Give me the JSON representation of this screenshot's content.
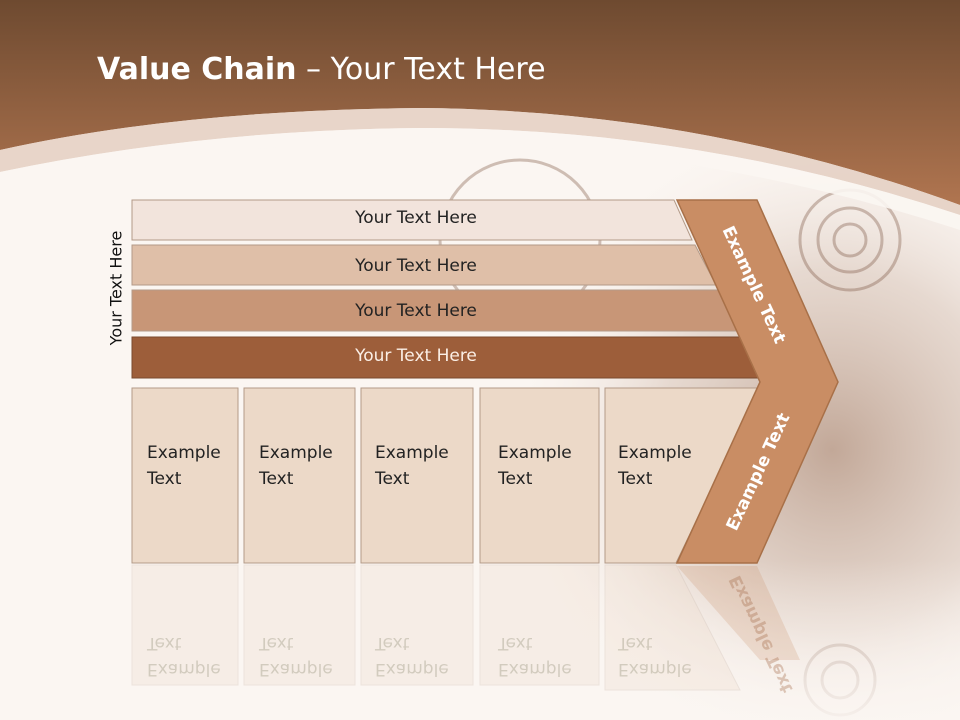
{
  "title": {
    "bold": "Value Chain",
    "rest": " – Your Text Here"
  },
  "side_label": "Your Text Here",
  "bars": [
    {
      "label": "Your Text Here",
      "color": "#f2e4dc"
    },
    {
      "label": "Your Text Here",
      "color": "#dfbfa8"
    },
    {
      "label": "Your Text Here",
      "color": "#c89677"
    },
    {
      "label": "Your Text Here",
      "color": "#9d5e3a"
    }
  ],
  "cells": [
    {
      "line1": "Example",
      "line2": "Text"
    },
    {
      "line1": "Example",
      "line2": "Text"
    },
    {
      "line1": "Example",
      "line2": "Text"
    },
    {
      "line1": "Example",
      "line2": "Text"
    },
    {
      "line1": "Example",
      "line2": "Text"
    }
  ],
  "arrow_labels": {
    "upper": "Example Text",
    "lower": "Example Text"
  },
  "colors": {
    "header": "#a86e4c",
    "arrow": "#c98d64",
    "cell": "#ecd9c8",
    "cell_border": "#b39a88"
  }
}
